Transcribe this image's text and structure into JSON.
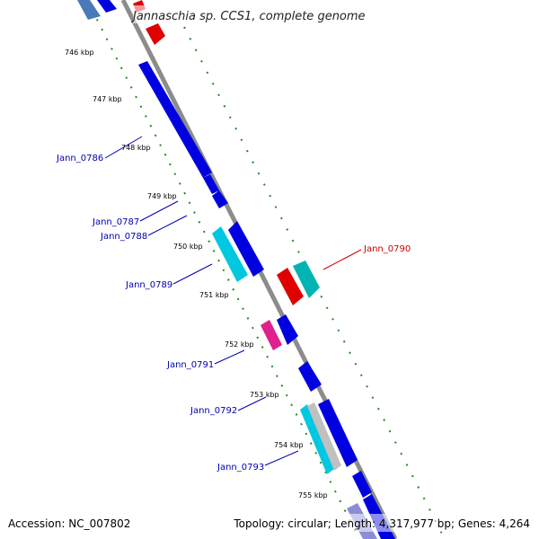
{
  "title": "Jannaschia sp. CCS1, complete genome",
  "footer": {
    "accession": "Accession: NC_007802",
    "summary": "Topology: circular; Length: 4,317,977 bp; Genes: 4,264"
  },
  "kbp_labels": [
    "746 kbp",
    "747 kbp",
    "748 kbp",
    "749 kbp",
    "750 kbp",
    "751 kbp",
    "752 kbp",
    "753 kbp",
    "754 kbp",
    "755 kbp"
  ],
  "gene_labels": {
    "jann_0786": "Jann_0786",
    "jann_0787": "Jann_0787",
    "jann_0788": "Jann_0788",
    "jann_0789": "Jann_0789",
    "jann_0790": "Jann_0790",
    "jann_0791": "Jann_0791",
    "jann_0792": "Jann_0792",
    "jann_0793": "Jann_0793"
  },
  "colors": {
    "backbone": "#8c8c8c",
    "gene_blue": "#0000e0",
    "gene_red": "#e00000",
    "gene_cyan": "#00c8e0",
    "gene_teal": "#00b4b4",
    "gene_pink": "#e0208c",
    "gene_gray": "#c0c0c0",
    "gene_purple": "#8c8cd8",
    "gc_track": "#228b22",
    "label_blue": "#0000b0",
    "label_red": "#d00000"
  }
}
